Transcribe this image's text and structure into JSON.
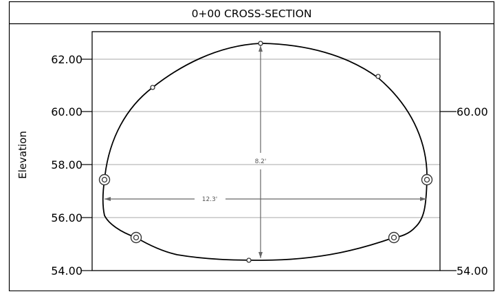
{
  "title": "0+00 CROSS-SECTION",
  "left_axis": {
    "label": "Elevation",
    "ticks": [
      "62.00",
      "60.00",
      "58.00",
      "56.00",
      "54.00"
    ]
  },
  "right_axis": {
    "ticks": [
      "60.00",
      "54.00"
    ]
  },
  "dimensions": {
    "height": "8.2'",
    "width": "12.3'"
  },
  "colors": {
    "frame": "#000000",
    "grid": "#d3d3d3",
    "profile": "#000000",
    "dimension_line": "#666666"
  }
}
